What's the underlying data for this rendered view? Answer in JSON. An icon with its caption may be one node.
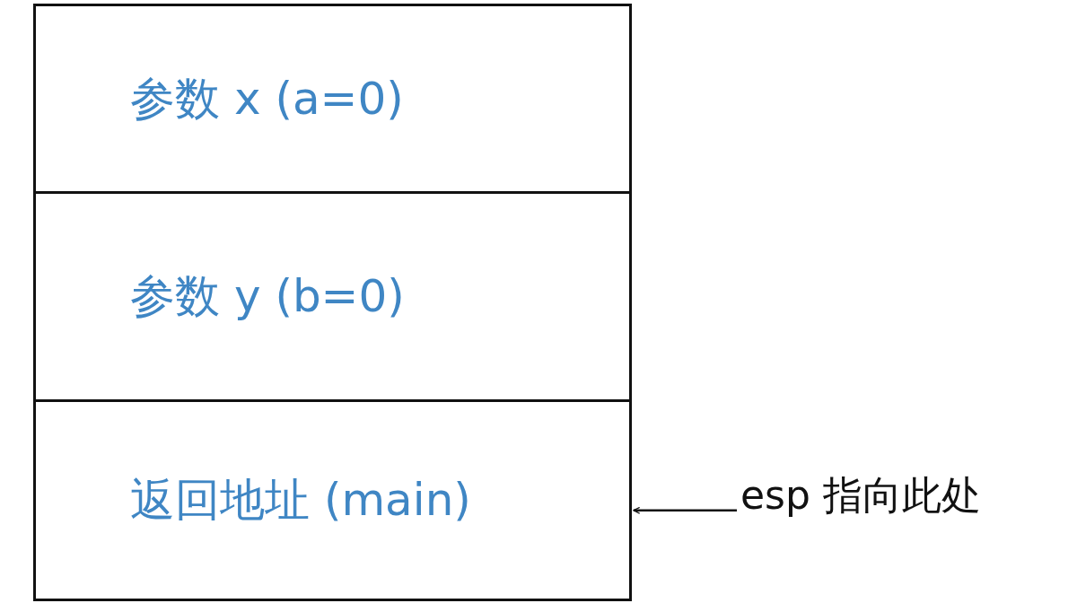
{
  "diagram": {
    "nodes": [
      {
        "text": [
          "参数 x (a=0)"
        ]
      },
      {
        "text": [
          "参数 y (b=0)"
        ]
      },
      {
        "text": [
          "返回地址 (main)"
        ]
      },
      {
        "text": [
          "esp 指向此处"
        ]
      }
    ],
    "edges": [
      {
        "from": 3,
        "to": 2,
        "arrow": "to"
      }
    ]
  }
}
